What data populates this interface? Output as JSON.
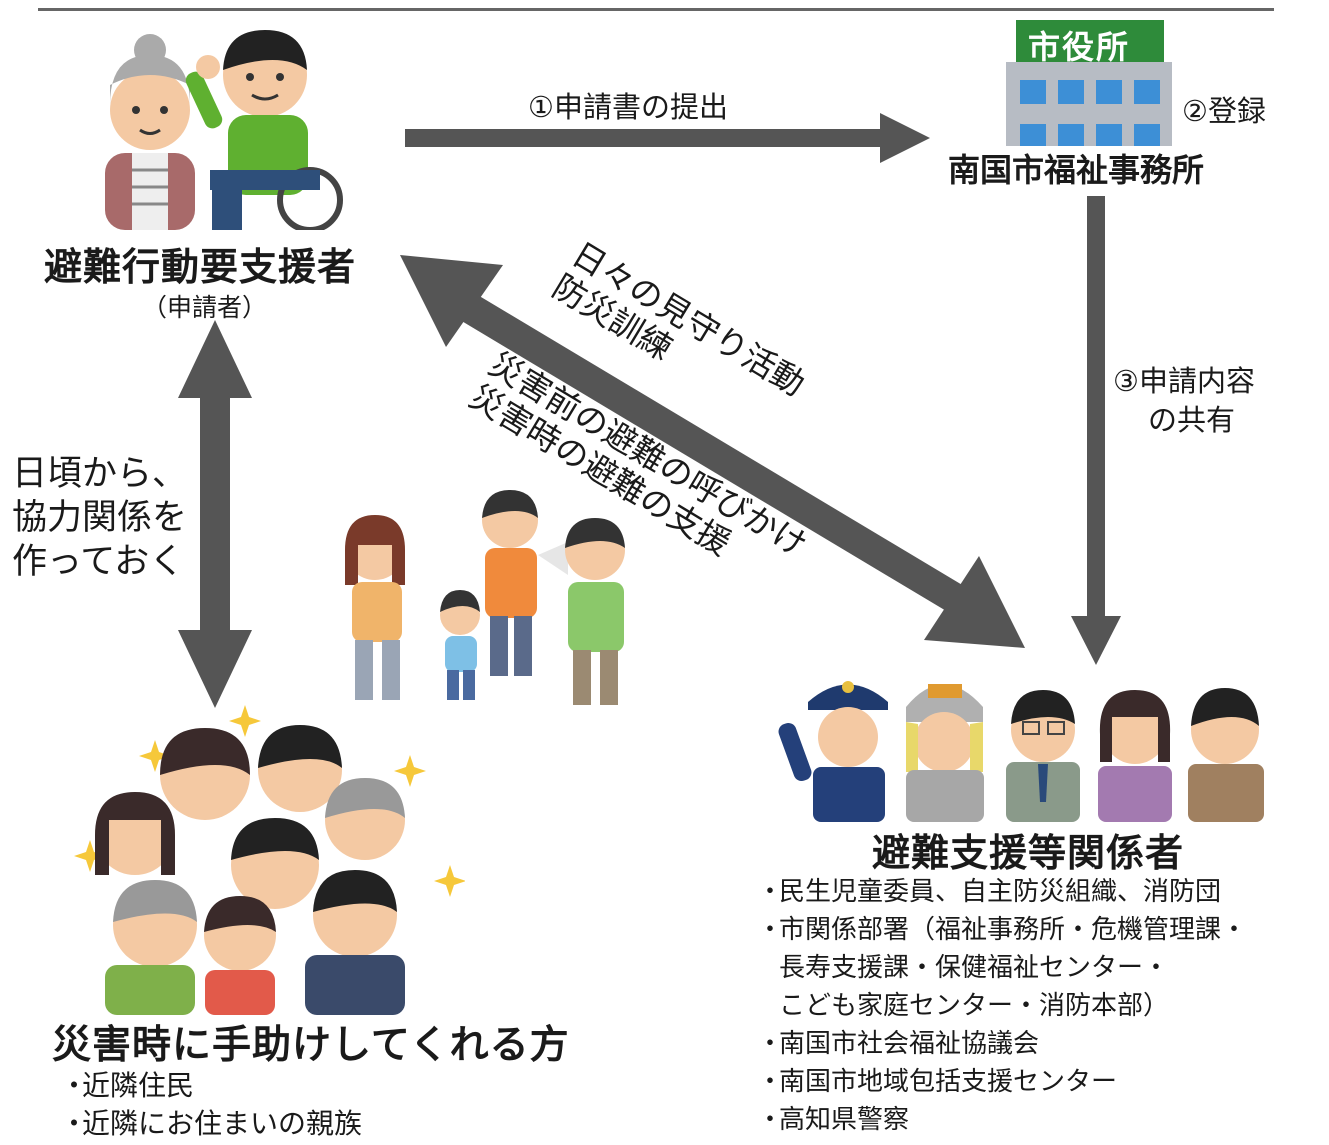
{
  "applicant": {
    "title": "避難行動要支援者",
    "subtitle": "（申請者）"
  },
  "city_office": {
    "sign": "市役所",
    "name": "南国市福祉事務所"
  },
  "steps": {
    "step1": "①申請書の提出",
    "step2": "②登録",
    "step3_line1": "③申請内容",
    "step3_line2": "の共有"
  },
  "left_arrow_text": [
    "日頃から、",
    "協力関係を",
    "作っておく"
  ],
  "diagonal_upper": [
    "日々の見守り活動",
    "防災訓練"
  ],
  "diagonal_lower": [
    "災害前の避難の呼びかけ",
    "災害時の避難の支援"
  ],
  "helpers": {
    "title": "災害時に手助けしてくれる方",
    "items": [
      "近隣住民",
      "近隣にお住まいの親族"
    ]
  },
  "support_parties": {
    "title": "避難支援等関係者",
    "items": [
      "民生児童委員、自主防災組織、消防団",
      "市関係部署（福祉事務所・危機管理課・",
      "長寿支援課・保健福祉センター・",
      "こども家庭センター・消防本部）",
      "南国市社会福祉協議会",
      "南国市地域包括支援センター",
      "高知県警察"
    ]
  },
  "colors": {
    "arrow": "#555555",
    "top_rule": "#666666",
    "building_sign": "#2e8b3a",
    "building_body": "#b7bcc4",
    "building_window": "#3d8fd6"
  },
  "icons": {
    "applicant_illustration": "elderly-woman-and-wheelchair-user-icon",
    "building": "city-hall-building-icon",
    "evacuating_family": "evacuating-family-icon",
    "helpers_crowd": "cheering-crowd-icon",
    "responders": "responders-group-icon"
  }
}
